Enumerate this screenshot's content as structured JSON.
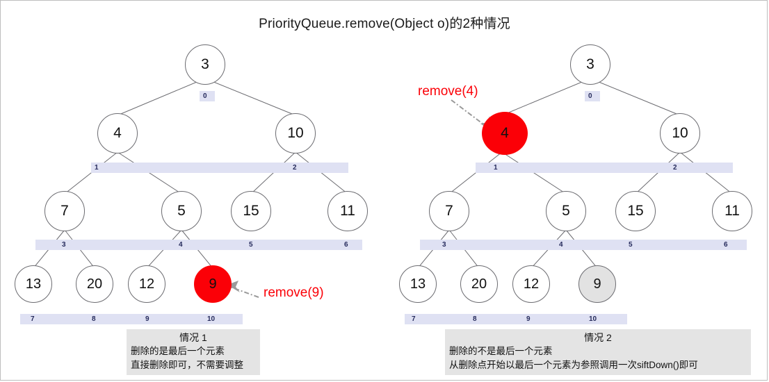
{
  "title": "PriorityQueue.remove(Object o)的2种情况",
  "colors": {
    "highlight_red": "#fb0007",
    "index_bar": "#dfe1f3",
    "index_text": "#262b5c",
    "caption_bg": "#e4e4e4",
    "node_border": "#6b6b70",
    "grey_node": "#e2e2e2",
    "arrow": "#9a9a9a"
  },
  "left": {
    "call_label": "remove(9)",
    "nodes": [
      {
        "value": "3",
        "index": "0",
        "state": "plain"
      },
      {
        "value": "4",
        "index": "1",
        "state": "plain"
      },
      {
        "value": "10",
        "index": "2",
        "state": "plain"
      },
      {
        "value": "7",
        "index": "3",
        "state": "plain"
      },
      {
        "value": "5",
        "index": "4",
        "state": "plain"
      },
      {
        "value": "15",
        "index": "5",
        "state": "plain"
      },
      {
        "value": "11",
        "index": "6",
        "state": "plain"
      },
      {
        "value": "13",
        "index": "7",
        "state": "plain"
      },
      {
        "value": "20",
        "index": "8",
        "state": "plain"
      },
      {
        "value": "12",
        "index": "9",
        "state": "plain"
      },
      {
        "value": "9",
        "index": "10",
        "state": "red"
      }
    ],
    "caption": {
      "title": "情况 1",
      "line1": "删除的是最后一个元素",
      "line2": "直接删除即可，不需要调整"
    }
  },
  "right": {
    "call_label": "remove(4)",
    "nodes": [
      {
        "value": "3",
        "index": "0",
        "state": "plain"
      },
      {
        "value": "4",
        "index": "1",
        "state": "red"
      },
      {
        "value": "10",
        "index": "2",
        "state": "plain"
      },
      {
        "value": "7",
        "index": "3",
        "state": "plain"
      },
      {
        "value": "5",
        "index": "4",
        "state": "plain"
      },
      {
        "value": "15",
        "index": "5",
        "state": "plain"
      },
      {
        "value": "11",
        "index": "6",
        "state": "plain"
      },
      {
        "value": "13",
        "index": "7",
        "state": "plain"
      },
      {
        "value": "20",
        "index": "8",
        "state": "plain"
      },
      {
        "value": "12",
        "index": "9",
        "state": "plain"
      },
      {
        "value": "9",
        "index": "10",
        "state": "grey"
      }
    ],
    "caption": {
      "title": "情况 2",
      "line1": "删除的不是最后一个元素",
      "line2": "从删除点开始以最后一个元素为参照调用一次siftDown()即可"
    }
  }
}
